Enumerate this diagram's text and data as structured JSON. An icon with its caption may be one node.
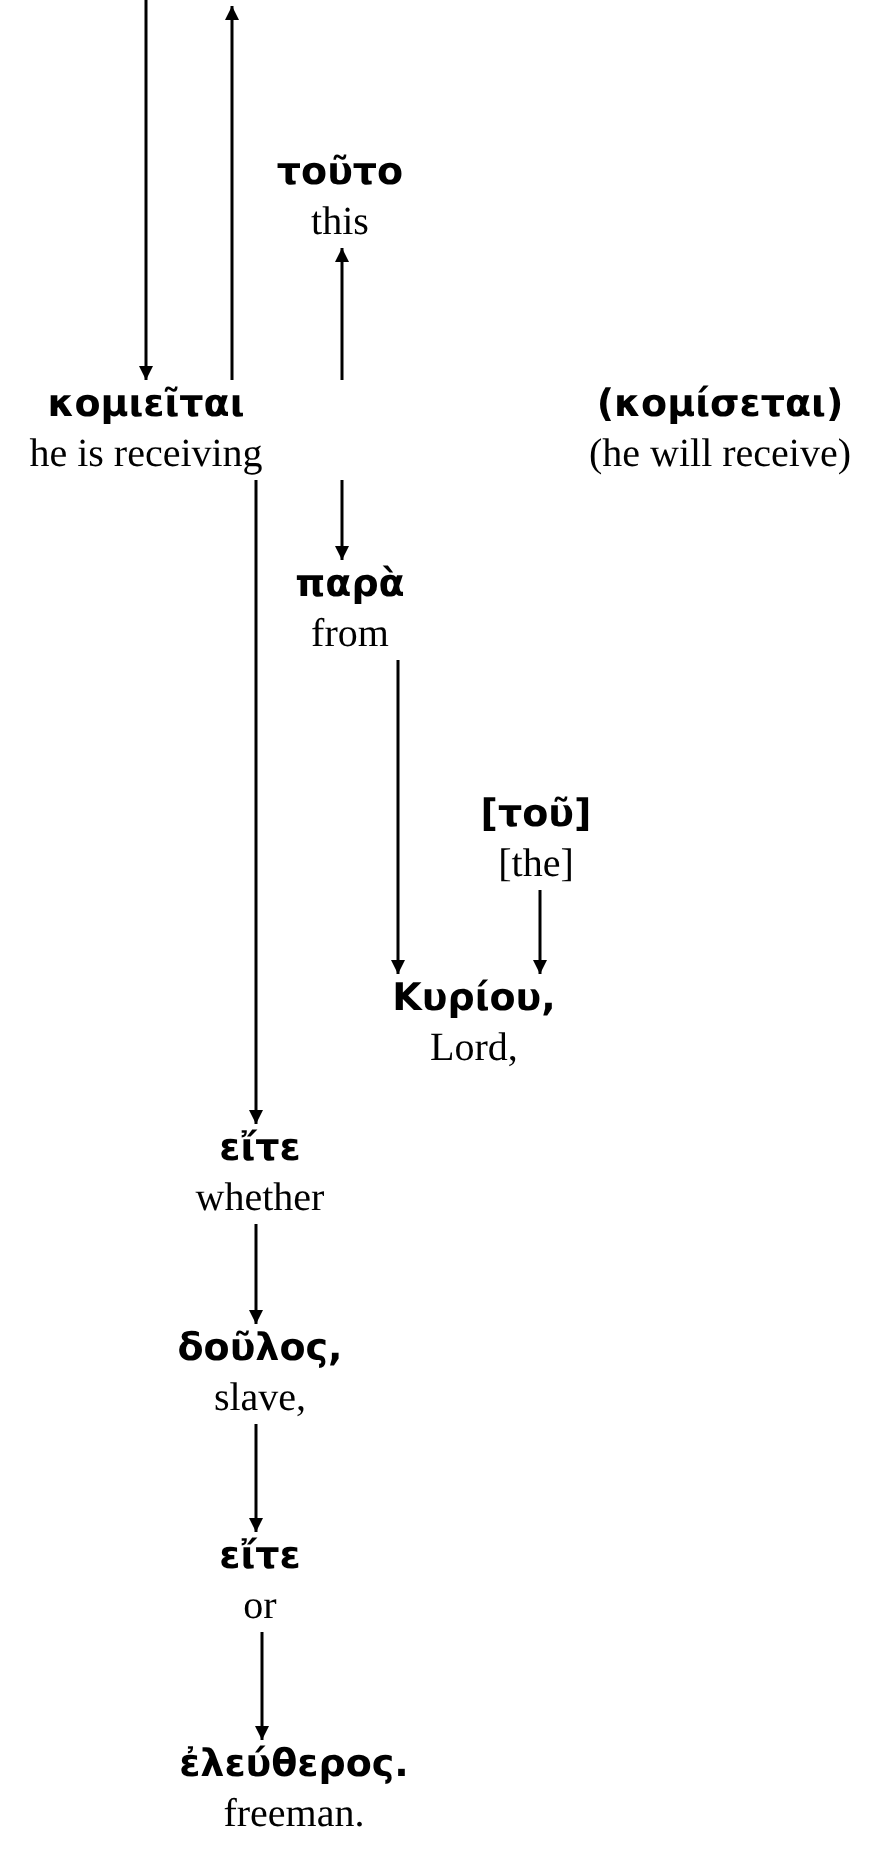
{
  "diagram": {
    "nodes": [
      {
        "text": [
          "τοῦτο",
          "this"
        ]
      },
      {
        "text": [
          "κομιεῖται",
          "he is receiving"
        ]
      },
      {
        "text": [
          "(κομίσεται)",
          "(he will receive)"
        ]
      },
      {
        "text": [
          "παρὰ",
          "from"
        ]
      },
      {
        "text": [
          "[τοῦ]",
          "[the]"
        ]
      },
      {
        "text": [
          "Κυρίου,",
          "Lord,"
        ]
      },
      {
        "text": [
          "εἴτε",
          "whether"
        ]
      },
      {
        "text": [
          "δοῦλος,",
          "slave,"
        ]
      },
      {
        "text": [
          "εἴτε",
          "or"
        ]
      },
      {
        "text": [
          "ἐλεύθερος.",
          "freeman."
        ]
      }
    ],
    "edges": [
      {
        "from": null,
        "to": 1,
        "arrow": "to"
      },
      {
        "from": 1,
        "to": null,
        "arrow": "to"
      },
      {
        "from": 1,
        "to": 0,
        "arrow": "to"
      },
      {
        "from": 1,
        "to": 3,
        "arrow": "to"
      },
      {
        "from": 1,
        "to": 6,
        "arrow": "to"
      },
      {
        "from": 3,
        "to": 5,
        "arrow": "to"
      },
      {
        "from": 4,
        "to": 5,
        "arrow": "to"
      },
      {
        "from": 6,
        "to": 7,
        "arrow": "to"
      },
      {
        "from": 7,
        "to": 8,
        "arrow": "to"
      },
      {
        "from": 8,
        "to": 9,
        "arrow": "to"
      }
    ]
  }
}
